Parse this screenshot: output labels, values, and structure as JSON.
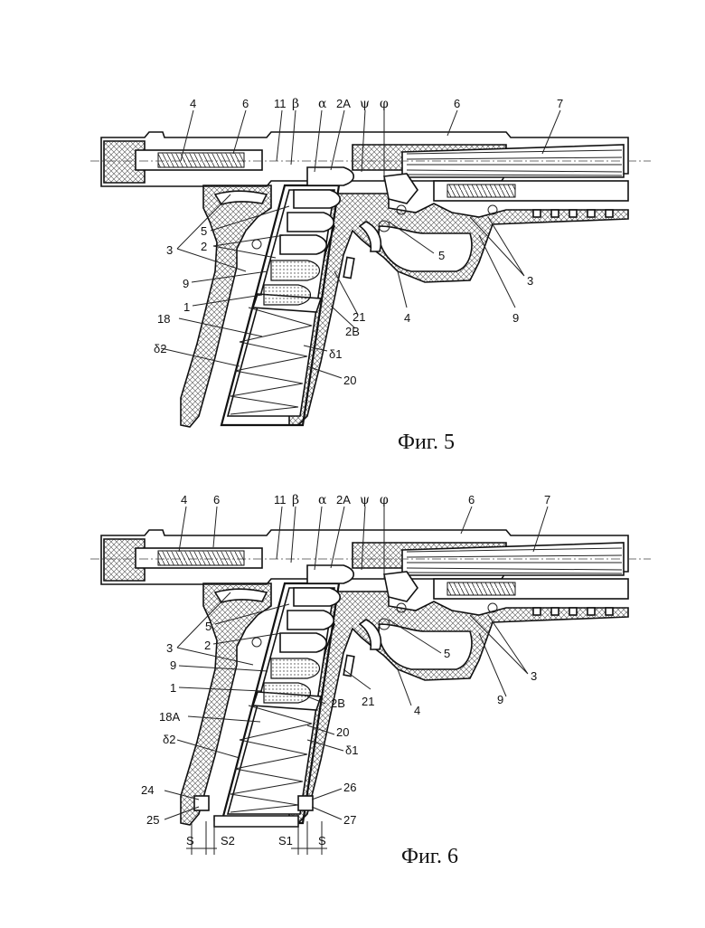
{
  "figures": [
    {
      "caption": "Фиг. 5",
      "labels": {
        "n4": "4",
        "n6a": "6",
        "n11": "11",
        "beta": "β",
        "alpha": "α",
        "n2A": "2A",
        "psi": "ψ",
        "phi": "φ",
        "n6b": "6",
        "n7": "7",
        "n5a": "5",
        "n2": "2",
        "n3a": "3",
        "n9a": "9",
        "n1": "1",
        "n18": "18",
        "delta2": "δ2",
        "n5b": "5",
        "n3b": "3",
        "n9b": "9",
        "n4b": "4",
        "n21": "21",
        "n2B": "2B",
        "delta1": "δ1",
        "n20": "20"
      }
    },
    {
      "caption": "Фиг. 6",
      "labels": {
        "n4": "4",
        "n6a": "6",
        "n11": "11",
        "beta": "β",
        "alpha": "α",
        "n2A": "2A",
        "psi": "ψ",
        "phi": "φ",
        "n6b": "6",
        "n7": "7",
        "n5a": "5",
        "n3a": "3",
        "n2": "2",
        "n9a": "9",
        "n1": "1",
        "n18A": "18A",
        "delta2": "δ2",
        "n24": "24",
        "n25": "25",
        "n5b": "5",
        "n3b": "3",
        "n9b": "9",
        "n4b": "4",
        "n21": "21",
        "n2B": "2B",
        "n20": "20",
        "delta1": "δ1",
        "n26": "26",
        "n27": "27",
        "dimS_left": "S",
        "dimS2": "S2",
        "dimS1": "S1",
        "dimS_right": "S"
      }
    }
  ]
}
